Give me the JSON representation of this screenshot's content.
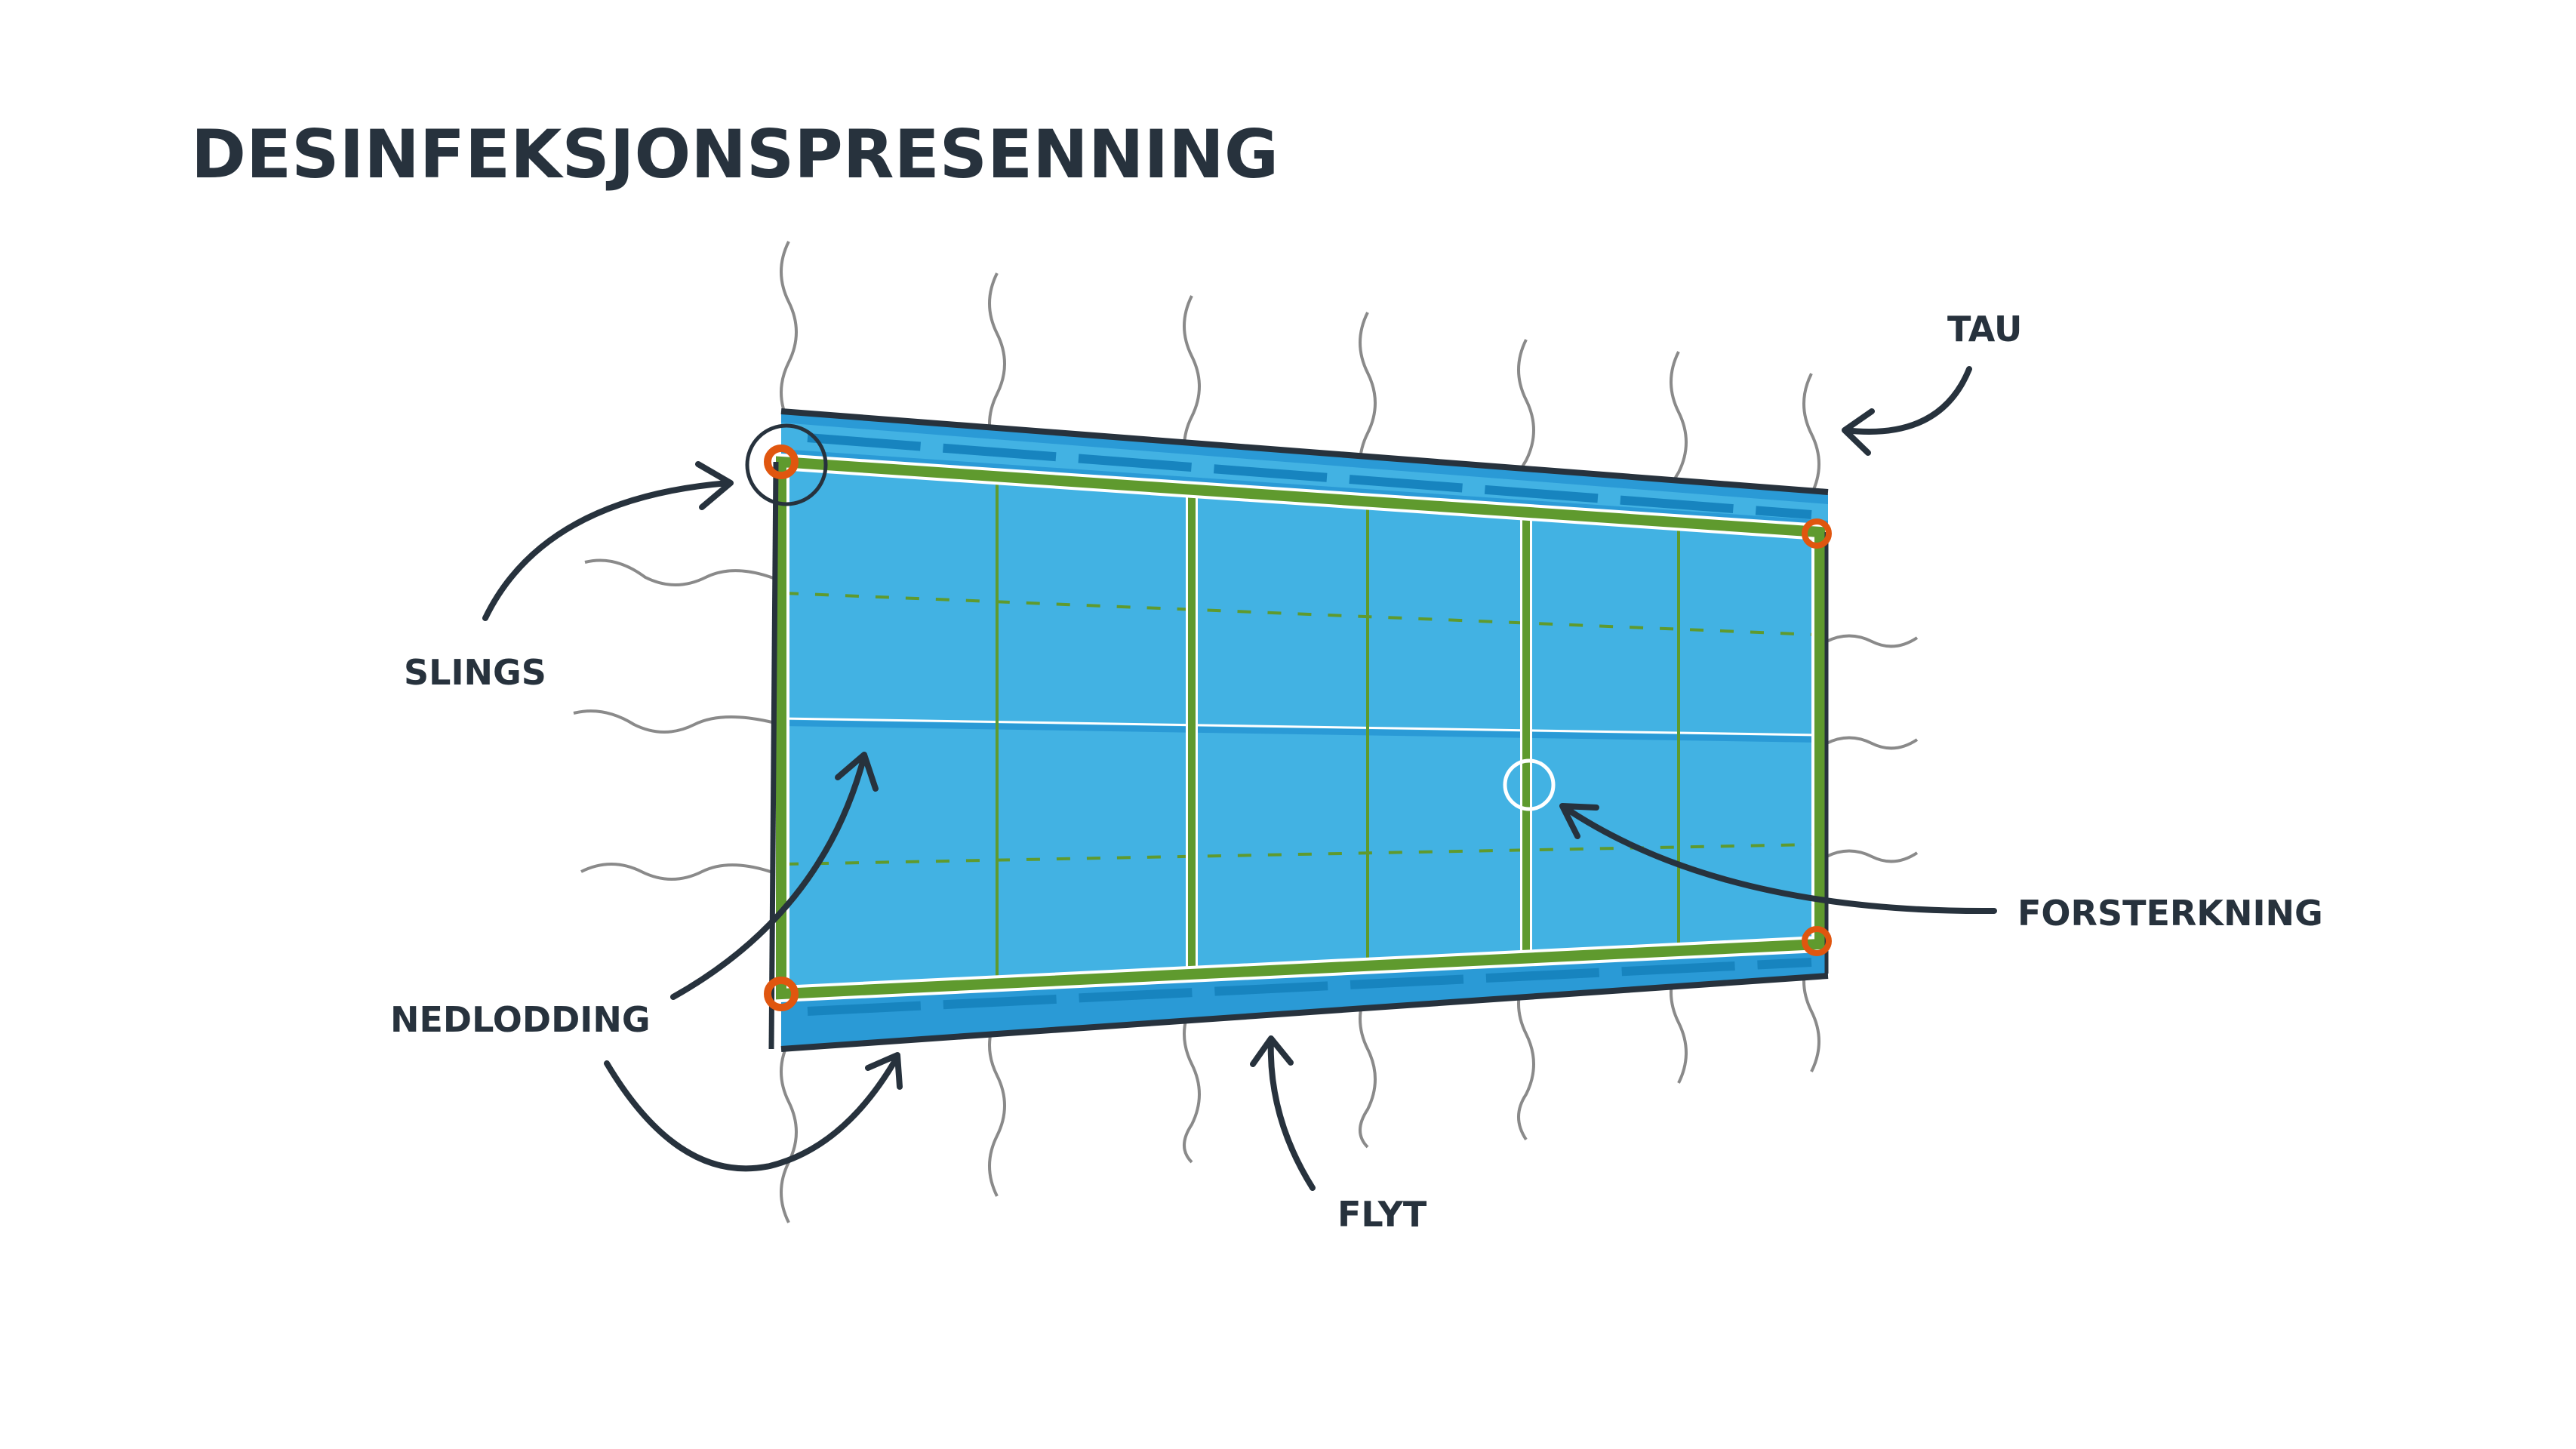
{
  "title": "DESINFEKSJONSPRESENNING",
  "labels": {
    "tau": "TAU",
    "slings": "SLINGS",
    "nedlodding": "NEDLODDING",
    "forsterkning": "FORSTERKNING",
    "flyt": "FLYT"
  },
  "colors": {
    "tarp": "#42b2e3",
    "float": "#2a9ad6",
    "float_stripe": "#1784bf",
    "reinforcement": "#5f9a2e",
    "grommet": "#e0560f",
    "ink": "#27323d",
    "rope": "#8a8a8a"
  }
}
